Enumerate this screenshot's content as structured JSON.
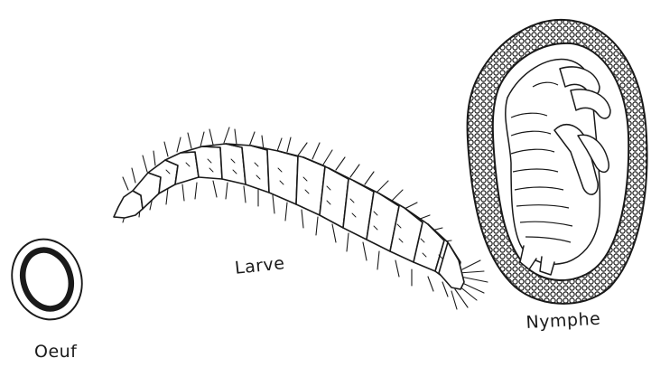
{
  "labels": {
    "egg": "Oeuf",
    "larva": "Larve",
    "pupa": "Nymphe"
  },
  "ink_color": "#1a1a1a",
  "paper_color": "#ffffff"
}
